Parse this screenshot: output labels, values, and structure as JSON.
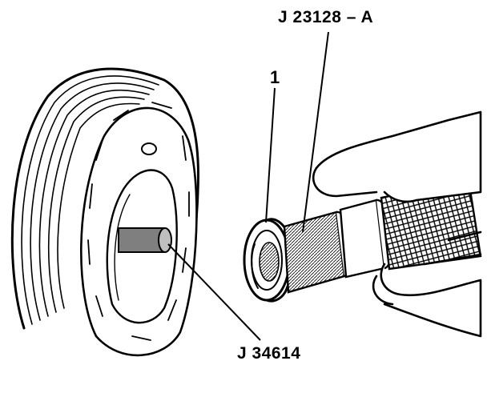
{
  "labels": {
    "tool_top": "J 23128 – A",
    "callout": "1",
    "tool_bottom": "J 34614"
  },
  "colors": {
    "ink": "#000000",
    "paper": "#ffffff",
    "shade": "#8a8a8a"
  }
}
